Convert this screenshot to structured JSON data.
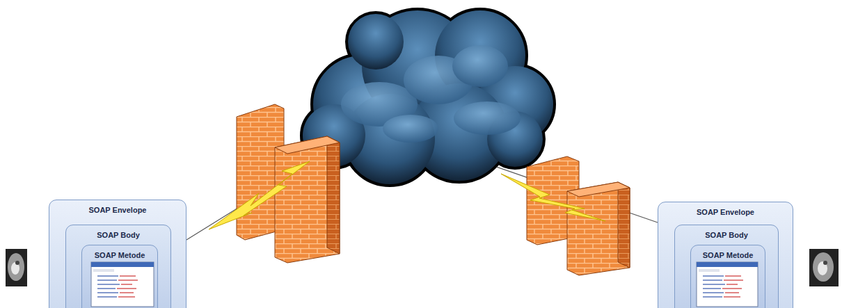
{
  "diagram": {
    "nodes": [
      {
        "text": [
          "SOAP Envelope"
        ]
      },
      {
        "text": [
          "SOAP Body"
        ],
        "in": 0
      },
      {
        "text": [
          "SOAP Metode"
        ],
        "in": 1
      },
      {
        "text": [
          "SOAP Envelope"
        ]
      },
      {
        "text": [
          "SOAP Body"
        ],
        "in": 3
      },
      {
        "text": [
          "SOAP Metode"
        ],
        "in": 4
      }
    ],
    "edges": [
      {
        "from": 0,
        "to": 3,
        "arrow": "none"
      }
    ]
  }
}
